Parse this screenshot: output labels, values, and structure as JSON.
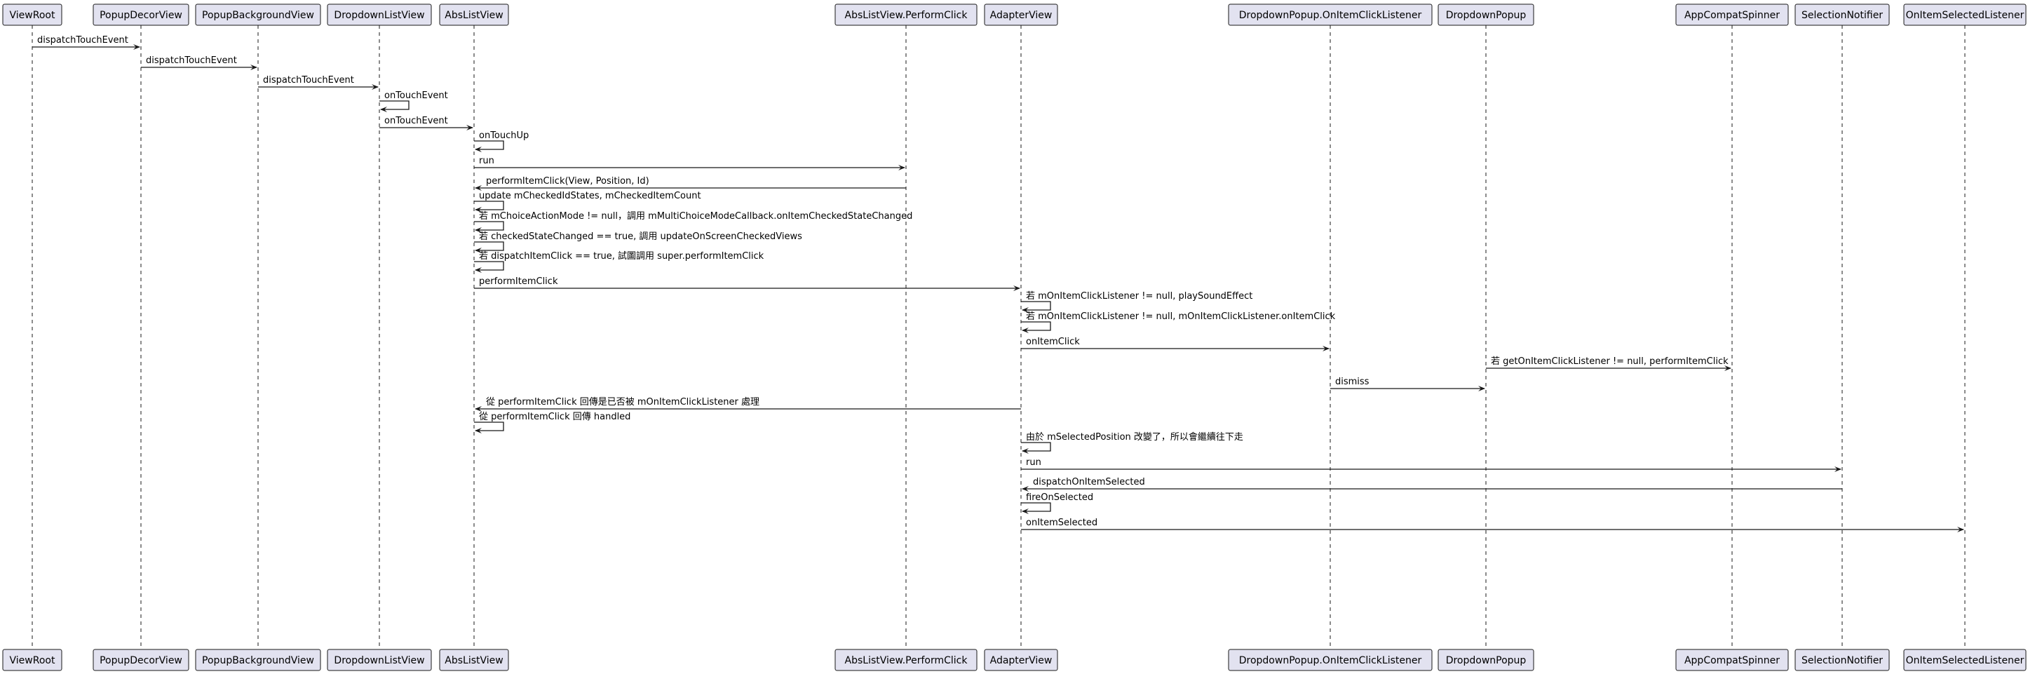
{
  "participants": [
    {
      "id": "ViewRoot",
      "label": "ViewRoot"
    },
    {
      "id": "PopupDecorView",
      "label": "PopupDecorView"
    },
    {
      "id": "PopupBackgroundView",
      "label": "PopupBackgroundView"
    },
    {
      "id": "DropdownListView",
      "label": "DropdownListView"
    },
    {
      "id": "AbsListView",
      "label": "AbsListView"
    },
    {
      "id": "PerformClick",
      "label": "AbsListView.PerformClick"
    },
    {
      "id": "AdapterView",
      "label": "AdapterView"
    },
    {
      "id": "OnItemClickListener",
      "label": "DropdownPopup.OnItemClickListener"
    },
    {
      "id": "DropdownPopup",
      "label": "DropdownPopup"
    },
    {
      "id": "AppCompatSpinner",
      "label": "AppCompatSpinner"
    },
    {
      "id": "SelectionNotifier",
      "label": "SelectionNotifier"
    },
    {
      "id": "OnItemSelectedListener",
      "label": "OnItemSelectedListener"
    }
  ],
  "messages": [
    {
      "from": "ViewRoot",
      "to": "PopupDecorView",
      "label": "dispatchTouchEvent"
    },
    {
      "from": "PopupDecorView",
      "to": "PopupBackgroundView",
      "label": "dispatchTouchEvent"
    },
    {
      "from": "PopupBackgroundView",
      "to": "DropdownListView",
      "label": "dispatchTouchEvent"
    },
    {
      "from": "DropdownListView",
      "to": "DropdownListView",
      "label": "onTouchEvent"
    },
    {
      "from": "DropdownListView",
      "to": "AbsListView",
      "label": "onTouchEvent"
    },
    {
      "from": "AbsListView",
      "to": "AbsListView",
      "label": "onTouchUp"
    },
    {
      "from": "AbsListView",
      "to": "PerformClick",
      "label": "run"
    },
    {
      "from": "PerformClick",
      "to": "AbsListView",
      "label": "performItemClick(View, Position, Id)"
    },
    {
      "from": "AbsListView",
      "to": "AbsListView",
      "label": "update mCheckedIdStates, mCheckedItemCount"
    },
    {
      "from": "AbsListView",
      "to": "AbsListView",
      "label": "若 mChoiceActionMode != null，調用 mMultiChoiceModeCallback.onItemCheckedStateChanged"
    },
    {
      "from": "AbsListView",
      "to": "AbsListView",
      "label": "若 checkedStateChanged == true, 調用 updateOnScreenCheckedViews"
    },
    {
      "from": "AbsListView",
      "to": "AbsListView",
      "label": "若 dispatchItemClick == true, 試圖調用 super.performItemClick"
    },
    {
      "from": "AbsListView",
      "to": "AdapterView",
      "label": "performItemClick"
    },
    {
      "from": "AdapterView",
      "to": "AdapterView",
      "label": "若 mOnItemClickListener != null, playSoundEffect"
    },
    {
      "from": "AdapterView",
      "to": "AdapterView",
      "label": "若 mOnItemClickListener != null, mOnItemClickListener.onItemClick"
    },
    {
      "from": "AdapterView",
      "to": "OnItemClickListener",
      "label": "onItemClick"
    },
    {
      "from": "DropdownPopup",
      "to": "AppCompatSpinner",
      "label": "若 getOnItemClickListener != null, performItemClick"
    },
    {
      "from": "OnItemClickListener",
      "to": "DropdownPopup",
      "label": "dismiss"
    },
    {
      "from": "AdapterView",
      "to": "AbsListView",
      "label": "從 performItemClick 回傳是已否被 mOnItemClickListener 處理"
    },
    {
      "from": "AbsListView",
      "to": "AbsListView",
      "label": "從 performItemClick 回傳 handled"
    },
    {
      "from": "AdapterView",
      "to": "AdapterView",
      "label": "由於 mSelectedPosition 改變了，所以會繼續往下走"
    },
    {
      "from": "AdapterView",
      "to": "SelectionNotifier",
      "label": "run"
    },
    {
      "from": "SelectionNotifier",
      "to": "AdapterView",
      "label": "dispatchOnItemSelected"
    },
    {
      "from": "AdapterView",
      "to": "AdapterView",
      "label": "fireOnSelected"
    },
    {
      "from": "AdapterView",
      "to": "OnItemSelectedListener",
      "label": "onItemSelected"
    }
  ]
}
